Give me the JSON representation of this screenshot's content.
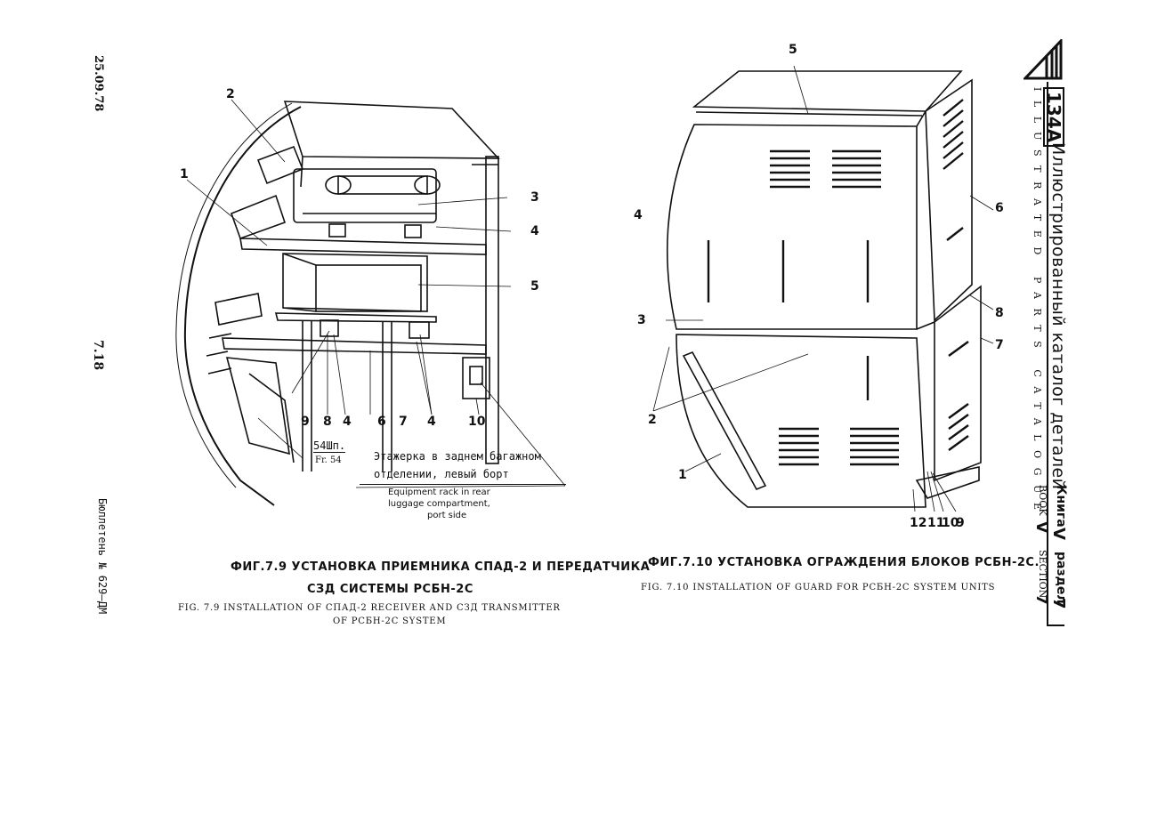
{
  "left_margin": {
    "date": "25.09.78",
    "page_number": "7.18",
    "bulletin": "Бюллетень № 629–ДМ"
  },
  "right_margin": {
    "model": "134А",
    "title_ru": "Иллюстрированный каталог деталей",
    "title_en": "ILLUSTRATED PARTS CATALOGUE",
    "book_ru": "Книга",
    "book_num": "V",
    "section_ru": "раздел",
    "section_num": "7",
    "book_en": "BOOK",
    "section_en": "SECTION"
  },
  "fig9": {
    "callouts": [
      "1",
      "2",
      "3",
      "4",
      "5",
      "9",
      "8",
      "4",
      "6",
      "7",
      "4",
      "10"
    ],
    "frame_ru": "54Шп.",
    "frame_en": "Fr. 54",
    "note_ru_line1": "Этажерка в заднем багажном",
    "note_ru_line2": "отделении, левый борт",
    "note_en_line1": "Equipment rack in rear",
    "note_en_line2": "luggage compartment,",
    "note_en_line3": "port side",
    "caption_ru_line1": "ФИГ.7.9 УСТАНОВКА ПРИЕМНИКА СПАД-2 И  ПЕРЕДАТЧИКА",
    "caption_ru_line2": "СЗД СИСТЕМЫ РСБН-2С",
    "caption_en_line1": "FIG. 7.9 INSTALLATION OF СПАД-2 RECEIVER AND СЗД  TRANSMITTER",
    "caption_en_line2": "OF РСБН-2С SYSTEM"
  },
  "fig10": {
    "callouts": [
      "5",
      "4",
      "6",
      "3",
      "8",
      "7",
      "2",
      "1",
      "12",
      "11",
      "10",
      "9"
    ],
    "caption_ru": "ФИГ.7.10  УСТАНОВКА ОГРАЖДЕНИЯ БЛОКОВ РСБН-2С.",
    "caption_en": "FIG. 7.10 INSTALLATION OF GUARD FOR РСБН-2С SYSTEM UNITS"
  }
}
